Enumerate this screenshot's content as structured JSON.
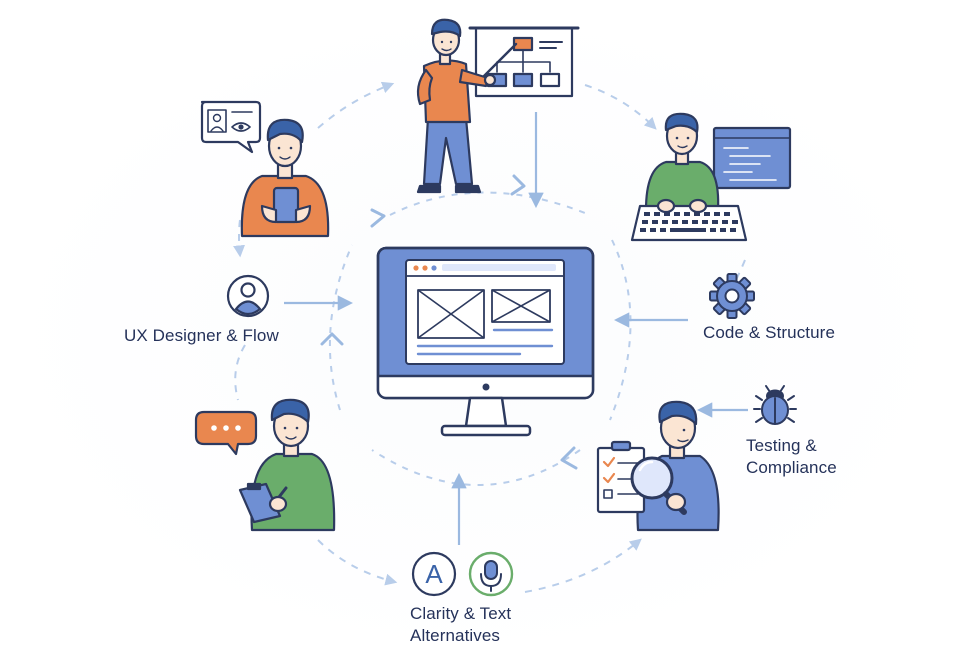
{
  "roles": {
    "ux_designer": {
      "label": "UX Designer & Flow"
    },
    "code": {
      "label": "Code & Structure"
    },
    "testing": {
      "line1": "Testing &",
      "line2": "Compliance"
    },
    "clarity": {
      "line1": "Clarity & Text",
      "line2": "Alternatives",
      "glyph": "A"
    }
  },
  "colors": {
    "outline": "#2d3a5f",
    "blue": "#6f8fd3",
    "blue_light": "#dfe7fb",
    "orange": "#e9874f",
    "green": "#6aad6b",
    "skin": "#fbe5d3",
    "hair": "#3a63a8",
    "dashed": "#b8cdea",
    "arrow": "#9bb9e0",
    "text": "#25325a"
  },
  "icons": [
    "presentation-board-icon",
    "profile-card-icon",
    "code-window-icon",
    "keyboard-icon",
    "user-avatar-icon",
    "gear-icon",
    "bug-icon",
    "speech-bubble-icon",
    "checklist-icon",
    "magnifier-icon",
    "text-glyph-icon",
    "microphone-icon",
    "monitor-icon"
  ]
}
